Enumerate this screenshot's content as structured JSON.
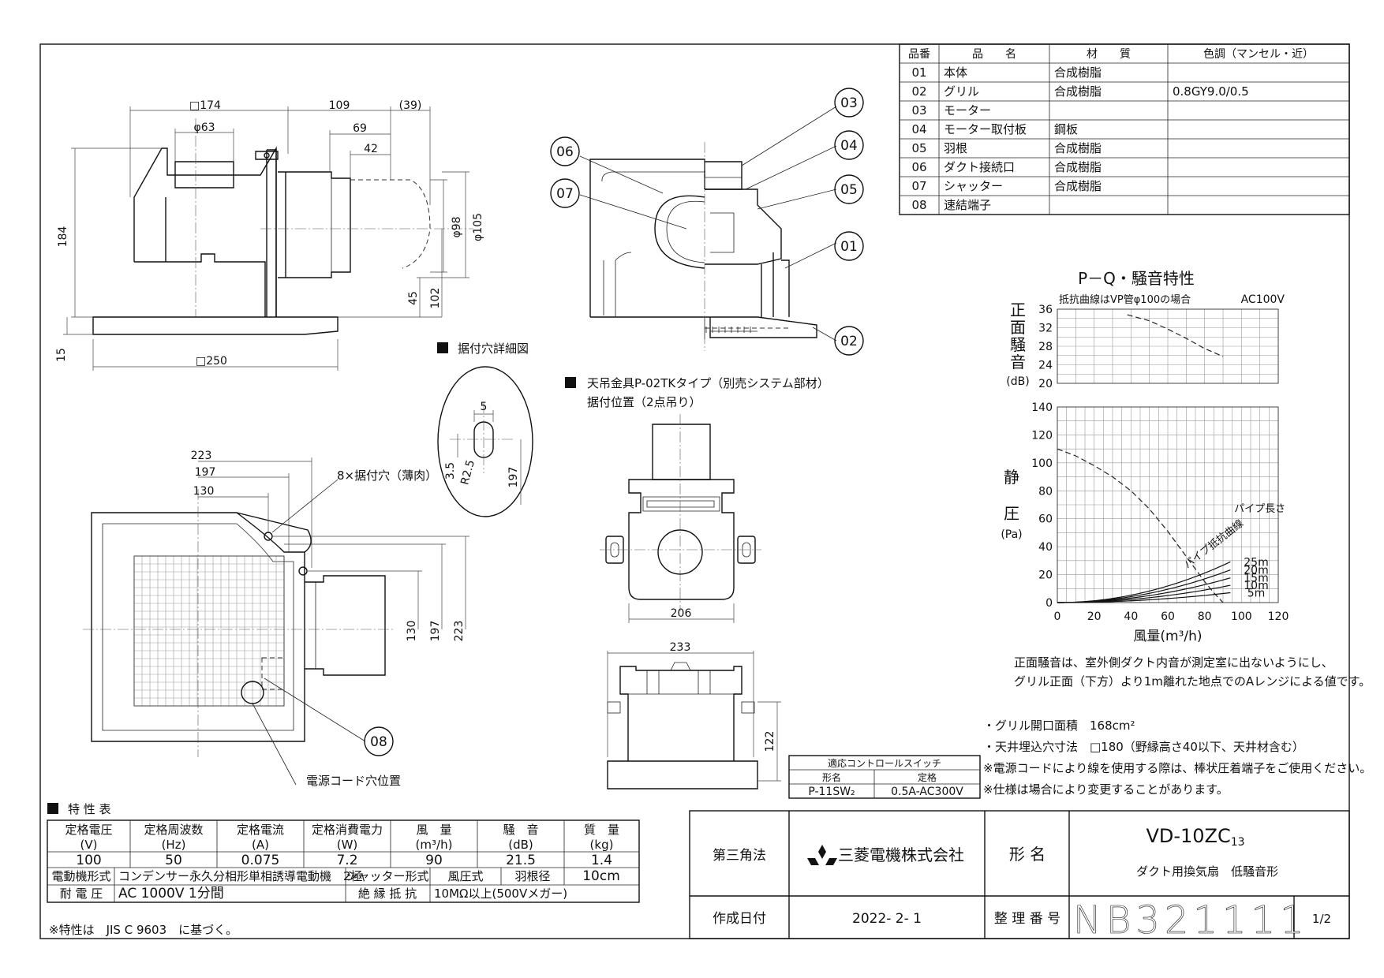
{
  "parts_table": {
    "headers": [
      "品番",
      "品　　名",
      "材　　質",
      "色調（マンセル・近）"
    ],
    "rows": [
      [
        "01",
        "本体",
        "合成樹脂",
        ""
      ],
      [
        "02",
        "グリル",
        "合成樹脂",
        "0.8GY9.0/0.5"
      ],
      [
        "03",
        "モーター",
        "",
        ""
      ],
      [
        "04",
        "モーター取付板",
        "鋼板",
        ""
      ],
      [
        "05",
        "羽根",
        "合成樹脂",
        ""
      ],
      [
        "06",
        "ダクト接続口",
        "合成樹脂",
        ""
      ],
      [
        "07",
        "シャッター",
        "合成樹脂",
        ""
      ],
      [
        "08",
        "速結端子",
        "",
        ""
      ]
    ]
  },
  "drawing": {
    "side_dims": [
      "□174",
      "109",
      "(39)",
      "φ63",
      "69",
      "42",
      "184",
      "φ98",
      "φ105",
      "45",
      "102",
      "15",
      "□250"
    ],
    "callouts": [
      "01",
      "02",
      "03",
      "04",
      "05",
      "06",
      "07",
      "08"
    ],
    "hole_detail_title": "据付穴詳細図",
    "hole_dims": [
      "5",
      "3.5",
      "R2.5",
      "197"
    ],
    "hanger_title": "天吊金具P-02TKタイプ（別売システム部材）",
    "hanger_subtitle": "据付位置（2点吊り）",
    "hanger_dims": [
      "206",
      "233",
      "122"
    ],
    "bottom_dims": [
      "223",
      "197",
      "130",
      "130",
      "197",
      "223"
    ],
    "mount_hole_label": "8×据付穴（薄肉）",
    "cord_label": "電源コード穴位置"
  },
  "chart_data": {
    "type": "line",
    "title": "P－Q・騒音特性",
    "note_curve": "抵抗曲線はVP管φ100の場合",
    "supply": "AC100V",
    "noise_panel": {
      "ylabel": "正面騒音(dB)",
      "ylim": [
        20,
        36
      ],
      "yticks": [
        20,
        24,
        28,
        32,
        36
      ],
      "series": [
        {
          "x": [
            38,
            50,
            60,
            70,
            80,
            90
          ],
          "y": [
            34.8,
            33.5,
            31.7,
            29.7,
            27.5,
            25.8
          ]
        }
      ]
    },
    "pq_panel": {
      "ylabel": "静圧(Pa)",
      "xlabel": "風量(m³/h)",
      "xlim": [
        0,
        120
      ],
      "ylim": [
        0,
        140
      ],
      "xticks": [
        0,
        20,
        40,
        60,
        80,
        100,
        120
      ],
      "yticks": [
        0,
        20,
        40,
        60,
        80,
        100,
        120,
        140
      ],
      "series": [
        {
          "x": [
            0,
            10,
            20,
            30,
            40,
            50,
            60,
            70,
            80,
            85,
            90
          ],
          "y": [
            110,
            105,
            98,
            90,
            80,
            67,
            51,
            33,
            15,
            7,
            0
          ]
        }
      ],
      "resistance_label": "パイプ抵抗曲線",
      "pipe_length_title": "パイプ長さ",
      "resistance_curves": [
        {
          "name": "25m",
          "k": 0.0033
        },
        {
          "name": "20m",
          "k": 0.00265
        },
        {
          "name": "15m",
          "k": 0.002
        },
        {
          "name": "10m",
          "k": 0.0014
        },
        {
          "name": "5m",
          "k": 0.0008
        }
      ]
    }
  },
  "notes": {
    "noise_note_1": "正面騒音は、室外側ダクト内音が測定室に出ないようにし、",
    "noise_note_2": "グリル正面（下方）より1m離れた地点でのAレンジによる値です。",
    "spec_1": "・グリル開口面積　168cm²",
    "spec_2": "・天井埋込穴寸法　□180（野縁高さ40以下、天井材含む）",
    "spec_3": "※電源コードにより線を使用する際は、棒状圧着端子をご使用ください。",
    "spec_4": "※仕様は場合により変更することがあります。"
  },
  "control_switch": {
    "title": "適応コントロールスイッチ",
    "headers": [
      "形名",
      "定格"
    ],
    "row": [
      "P-11SW₂",
      "0.5A-AC300V"
    ]
  },
  "characteristics": {
    "title": "特 性 表",
    "headers": [
      [
        "定格電圧",
        "(V)"
      ],
      [
        "定格周波数",
        "(Hz)"
      ],
      [
        "定格電流",
        "(A)"
      ],
      [
        "定格消費電力",
        "(W)"
      ],
      [
        "風　量",
        "(m³/h)"
      ],
      [
        "騒　音",
        "(dB)"
      ],
      [
        "質　量",
        "(kg)"
      ]
    ],
    "values": [
      "100",
      "50",
      "0.075",
      "7.2",
      "90",
      "21.5",
      "1.4"
    ],
    "motor_label": "電動機形式",
    "motor_value": "コンデンサー永久分相形単相誘導電動機　2極",
    "shutter_label": "シャッター形式",
    "shutter_value": "風圧式",
    "blade_label": "羽根径",
    "blade_value": "10cm",
    "voltage_label": "耐 電 圧",
    "voltage_value": "AC 1000V 1分間",
    "insulation_label": "絶 縁 抵 抗",
    "insulation_value": "10MΩ以上(500Vメガー)",
    "footnote": "※特性は　JIS C 9603　に基づく。"
  },
  "title_block": {
    "projection": "第三角法",
    "company": "三菱電機株式会社",
    "model_label": "形 名",
    "model": "VD-10ZC",
    "model_sub": "13",
    "description": "ダクト用換気扇　低騒音形",
    "date_label": "作成日付",
    "date": "2022- 2- 1",
    "number_label": "整 理 番 号",
    "number": "NB321111",
    "page": "1/2"
  }
}
